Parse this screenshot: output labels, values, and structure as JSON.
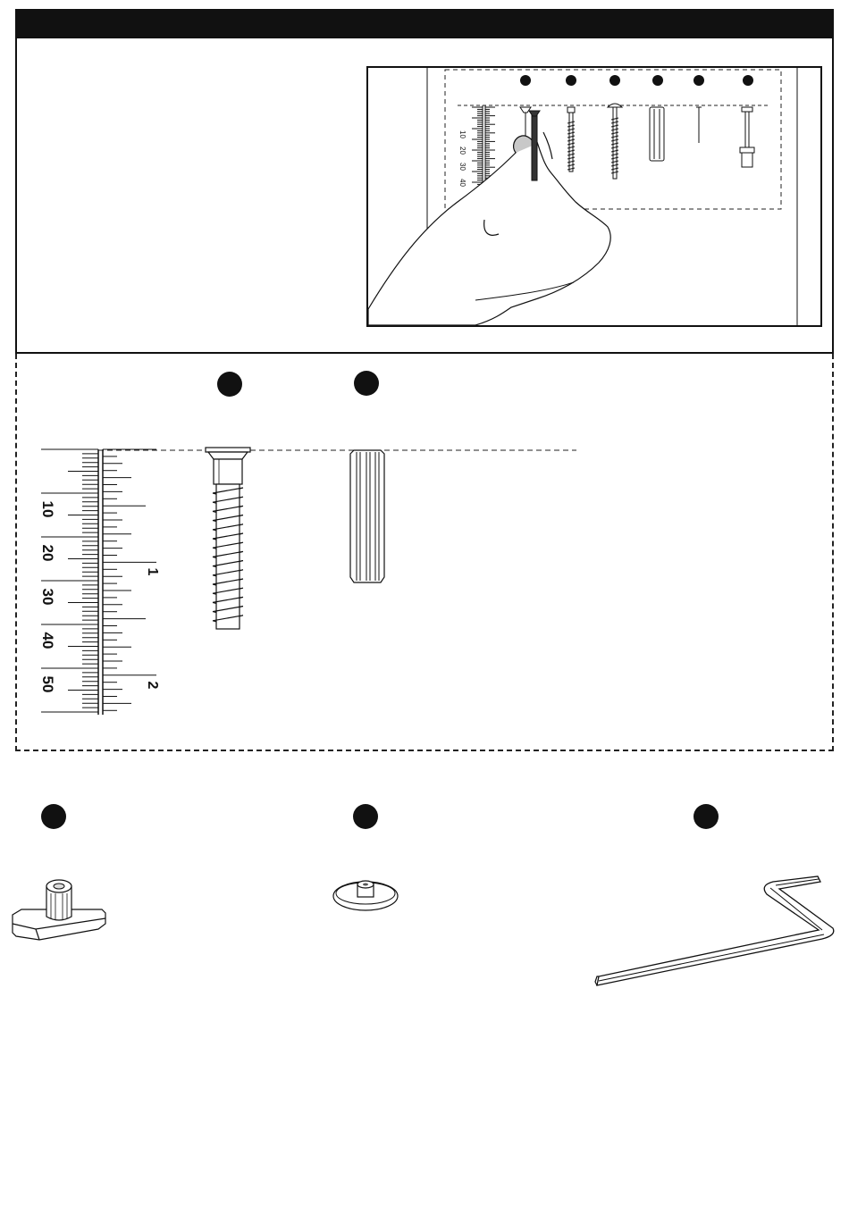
{
  "header": {
    "bg_color": "#111111"
  },
  "illustration": {
    "mini_ruler_labels": [
      "10",
      "20",
      "30",
      "40"
    ],
    "part_markers": 6
  },
  "ruler": {
    "mm_labels": [
      "10",
      "20",
      "30",
      "40",
      "50"
    ],
    "inch_labels": [
      "1",
      "2"
    ]
  },
  "icons": {
    "screw": "confirmat-screw-icon",
    "dowel": "wood-dowel-icon",
    "bracket": "shelf-support-bracket-icon",
    "cap": "cover-cap-icon",
    "key": "allen-key-icon"
  }
}
